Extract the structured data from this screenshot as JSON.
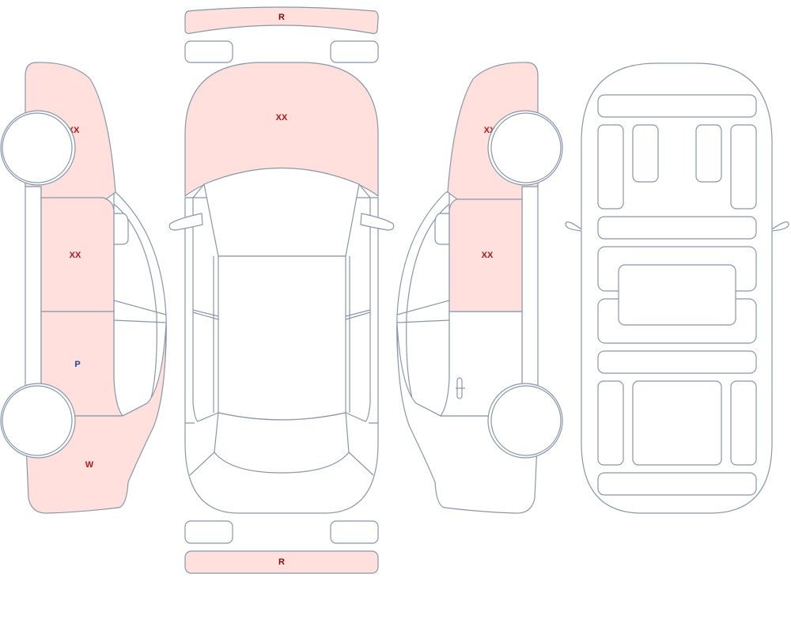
{
  "colors": {
    "outline": "#8896ab",
    "damaged_fill": "#ffe0dc",
    "damage_code": "#b01818",
    "paint_code": "#1a44b0",
    "bumper_code": "#7a1010"
  },
  "codes": {
    "front_bumper": "R",
    "rear_bumper": "R",
    "hood": "XX",
    "left_front_fender": "XX",
    "left_front_door": "XX",
    "left_rear_door": "P",
    "left_rear_quarter": "W",
    "right_front_fender": "XX",
    "right_front_door": "XX"
  }
}
